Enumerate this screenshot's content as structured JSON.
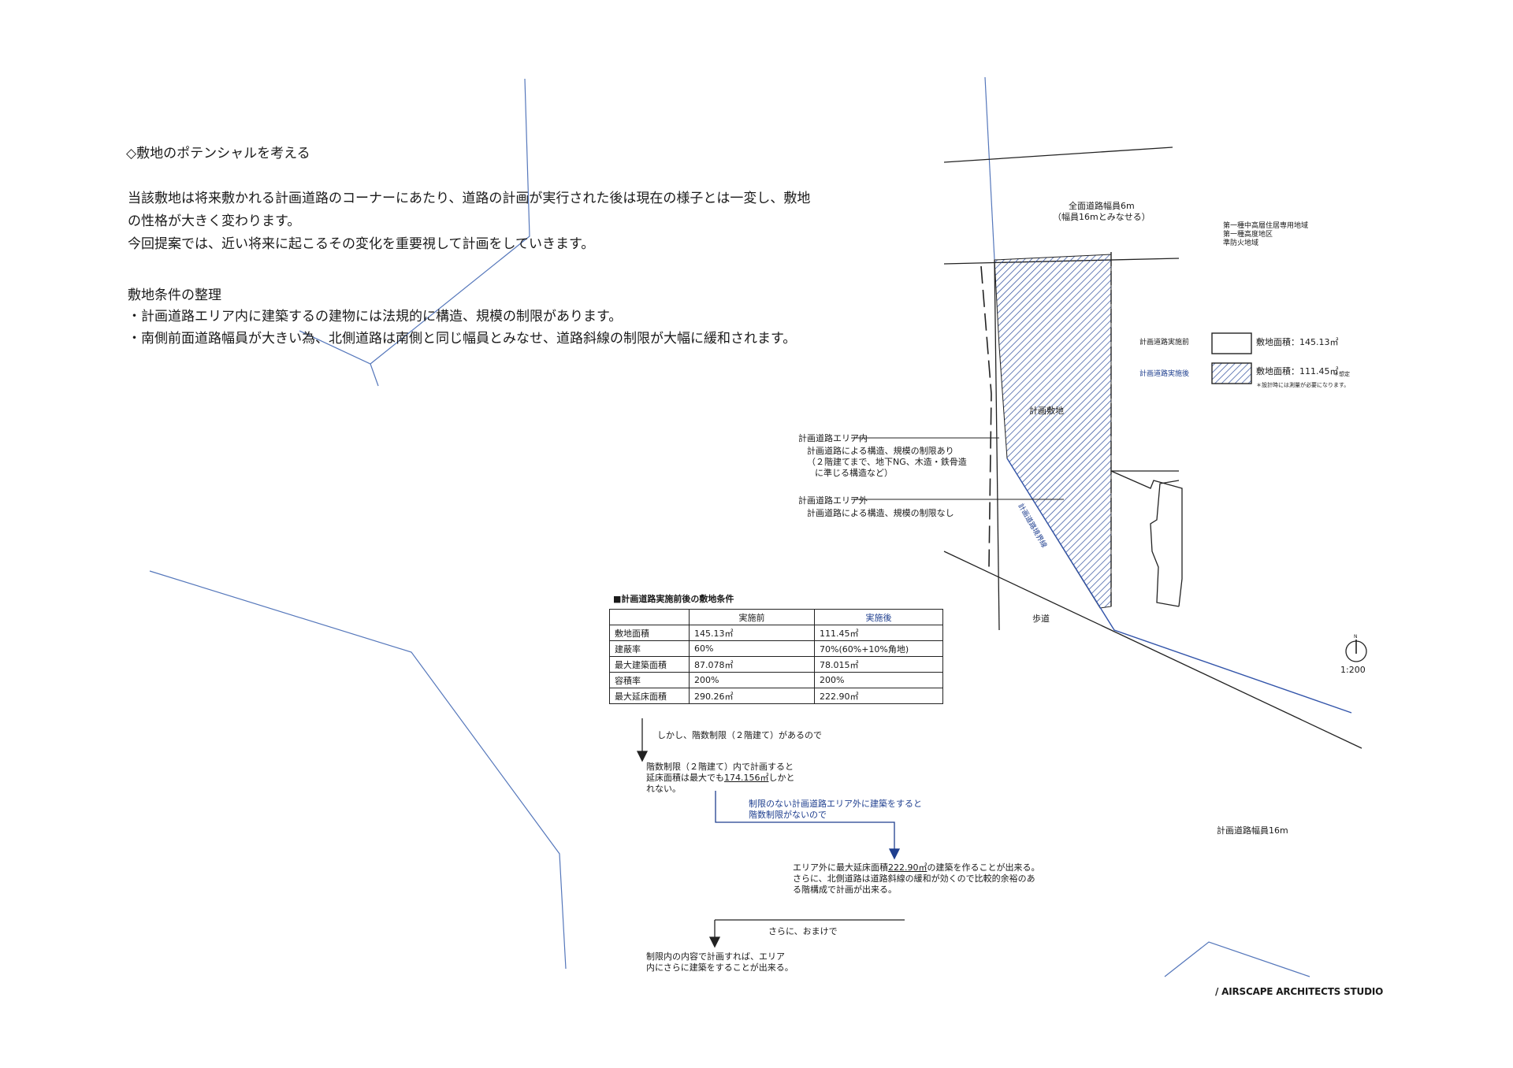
{
  "intro": {
    "title": "◇敷地のポテンシャルを考える",
    "paragraph": [
      "当該敷地は将来敷かれる計画道路のコーナーにあたり、道路の計画が実行された後は現在の様子とは一変し、敷地",
      "の性格が大きく変わります。",
      "今回提案では、近い将来に起こるその変化を重要視して計画をしていきます。"
    ]
  },
  "conditions": {
    "heading": "敷地条件の整理",
    "items": [
      "・計画道路エリア内に建築するの建物には法規的に構造、規模の制限があります。",
      "・南側前面道路幅員が大きい為、北側道路は南側と同じ幅員とみなせ、道路斜線の制限が大幅に緩和されます。"
    ]
  },
  "map": {
    "road_north": [
      "全面道路幅員6m",
      "（幅員16mとみなせる）"
    ],
    "zoning": [
      "第一種中高層住居専用地域",
      "第一種高度地区",
      "準防火地域"
    ],
    "legend": {
      "before_label": "計画道路実施前",
      "before_area": "敷地面積：145.13㎡",
      "after_label": "計画道路実施後",
      "after_area": "敷地面積：111.45㎡",
      "after_mark": "＊想定",
      "after_note": "＊設計時には測量が必要になります。"
    },
    "site_label": "計画敷地",
    "boundary_label": "計画道路境界線",
    "area_inside": {
      "title": "計画道路エリア内",
      "lines": [
        "計画道路による構造、規模の制限あり",
        "（２階建てまで、地下NG、木造・鉄骨造",
        "に準じる構造など）"
      ]
    },
    "area_outside": {
      "title": "計画道路エリア外",
      "lines": [
        "計画道路による構造、規模の制限なし"
      ]
    },
    "sidewalk": "歩道",
    "scale": "1:200",
    "north": "N",
    "road_south": "計画道路幅員16m"
  },
  "table": {
    "title": "■計画道路実施前後の敷地条件",
    "headers": [
      "",
      "実施前",
      "実施後"
    ],
    "rows": [
      [
        "敷地面積",
        "145.13㎡",
        "111.45㎡"
      ],
      [
        "建蔽率",
        "60%",
        "70%(60%+10%角地)"
      ],
      [
        "最大建築面積",
        "87.078㎡",
        "78.015㎡"
      ],
      [
        "容積率",
        "200%",
        "200%"
      ],
      [
        "最大延床面積",
        "290.26㎡",
        "222.90㎡"
      ]
    ]
  },
  "flow": {
    "note1": "しかし、階数制限（２階建て）があるので",
    "box1_a": "階数制限（２階建て）内で計画すると",
    "box1_b_pre": "延床面積は最大でも",
    "box1_b_val": "174.156㎡",
    "box1_b_post": "しかと",
    "box1_c": "れない。",
    "note2": [
      "制限のない計画道路エリア外に建築をすると",
      "階数制限がないので"
    ],
    "box2_a_pre": "エリア外に最大延床面積",
    "box2_a_val": "222.90㎡",
    "box2_a_post": "の建築を作ることが出来る。",
    "box2_b": "さらに、北側道路は道路斜線の緩和が効くので比較的余裕のあ",
    "box2_c": "る階構成で計画が出来る。",
    "note3": "さらに、おまけで",
    "box3": [
      "制限内の内容で計画すれば、エリア",
      "内にさらに建築をすることが出来る。"
    ]
  },
  "footer": {
    "studio": "/ AIRSCAPE ARCHITECTS STUDIO"
  },
  "colors": {
    "annotation_blue": "#1f3f8f",
    "faint_blue": "#5577bb"
  }
}
